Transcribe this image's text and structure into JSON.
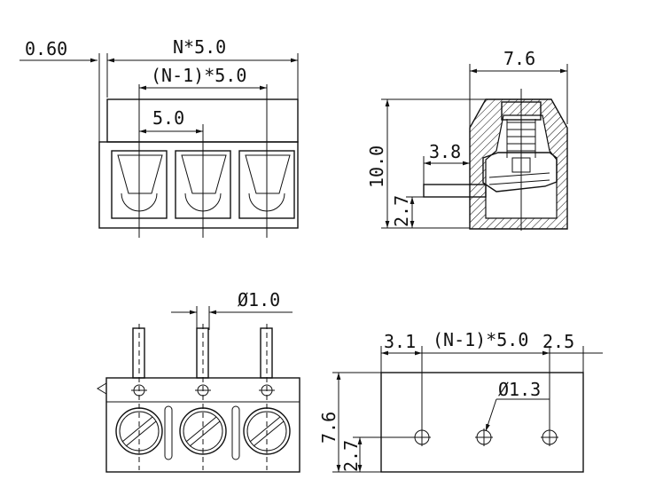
{
  "views": {
    "front": {
      "dims": {
        "offset": "0.60",
        "total": "N*5.0",
        "span": "(N-1)*5.0",
        "pitch": "5.0"
      }
    },
    "side": {
      "dims": {
        "width": "7.6",
        "height": "10.0",
        "pin_offset": "3.8",
        "pin_height": "2.7"
      }
    },
    "bottom": {
      "dims": {
        "pin_dia": "Ø1.0"
      }
    },
    "footprint": {
      "dims": {
        "left": "3.1",
        "span": "(N-1)*5.0",
        "right": "2.5",
        "hole_dia": "Ø1.3",
        "height": "7.6",
        "row": "2.7"
      }
    }
  }
}
